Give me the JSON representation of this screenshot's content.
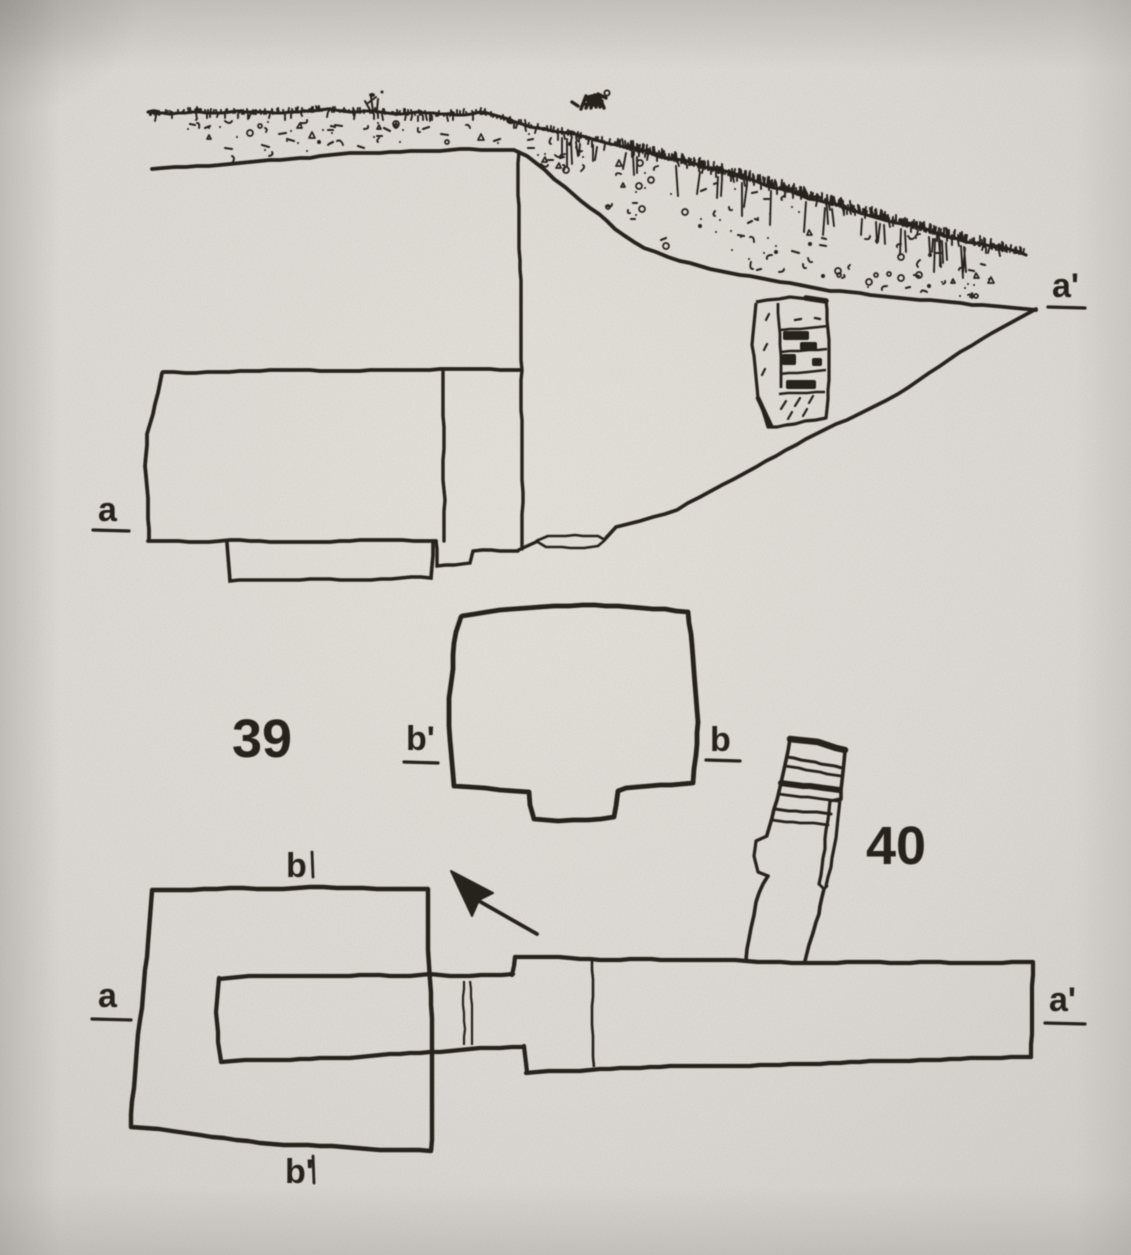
{
  "page": {
    "kind": "scanned book figure, archaeological section and plan line drawings",
    "paper_color": "#dfdbd6",
    "ink_color": "#26211c"
  },
  "figure": {
    "section_aa": {
      "label_left": "a",
      "label_right": "a'"
    },
    "plan_39": {
      "number": "39",
      "label_left": "b'",
      "label_right": "b"
    },
    "plan_40": {
      "number": "40",
      "label_top": "b",
      "label_bottom": "b'",
      "label_left": "a",
      "label_right": "a'"
    }
  }
}
